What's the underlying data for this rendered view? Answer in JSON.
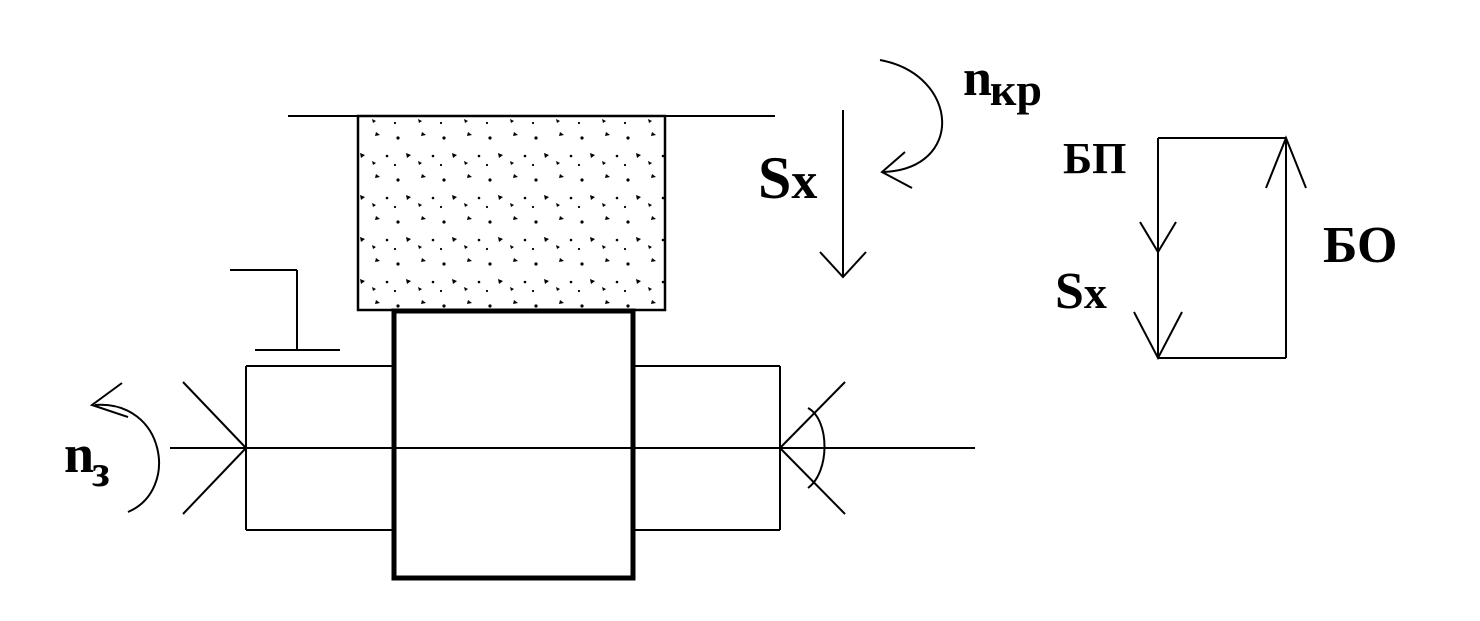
{
  "labels": {
    "n_kr_main": "n",
    "n_kr_sub": "кр",
    "sx_wheel_main": "S",
    "sx_wheel_sub": "x",
    "n_z_main": "n",
    "n_z_sub": "з",
    "bp": "БП",
    "bo": "БО",
    "sx_cycle_main": "S",
    "sx_cycle_sub": "x"
  },
  "colors": {
    "ink": "#000000",
    "background": "#ffffff"
  }
}
